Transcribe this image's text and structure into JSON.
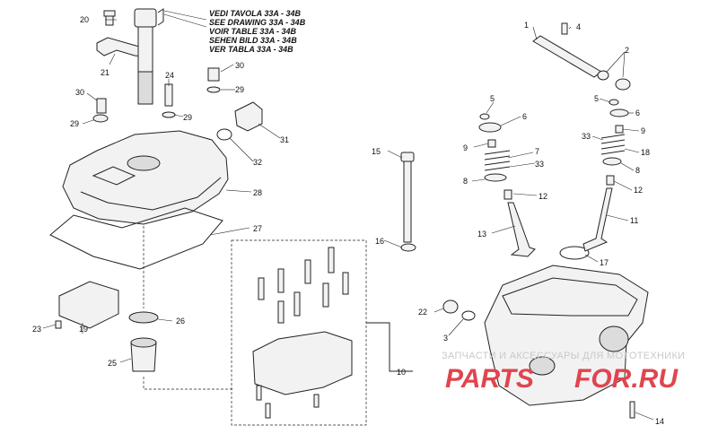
{
  "reference_notes": [
    "VEDI TAVOLA 33A - 34B",
    "SEE DRAWING 33A - 34B",
    "VOIR TABLE 33A - 34B",
    "SEHEN BILD 33A - 34B",
    "VER TABLA 33A - 34B"
  ],
  "callouts": {
    "c1": "1",
    "c2": "2",
    "c3": "3",
    "c4": "4",
    "c5a": "5",
    "c5b": "5",
    "c6a": "6",
    "c6b": "6",
    "c7": "7",
    "c8a": "8",
    "c8b": "8",
    "c9a": "9",
    "c9b": "9",
    "c10": "10",
    "c11": "11",
    "c12a": "12",
    "c12b": "12",
    "c13": "13",
    "c14": "14",
    "c15": "15",
    "c16": "16",
    "c17": "17",
    "c18": "18",
    "c19": "19",
    "c20": "20",
    "c21": "21",
    "c22": "22",
    "c23": "23",
    "c24": "24",
    "c25": "25",
    "c26": "26",
    "c27": "27",
    "c28": "28",
    "c29a": "29",
    "c29b": "29",
    "c29c": "29",
    "c30a": "30",
    "c30b": "30",
    "c31": "31",
    "c32": "32",
    "c33a": "33",
    "c33b": "33"
  },
  "watermark": {
    "line1": "ЗАПЧАСТИ И АКСЕССУАРЫ ДЛЯ МОТОТЕХНИКИ",
    "brand_a": "PARTS",
    "brand_b": "FOR.RU",
    "color_a": "#e0454f",
    "color_b": "#e0454f"
  }
}
